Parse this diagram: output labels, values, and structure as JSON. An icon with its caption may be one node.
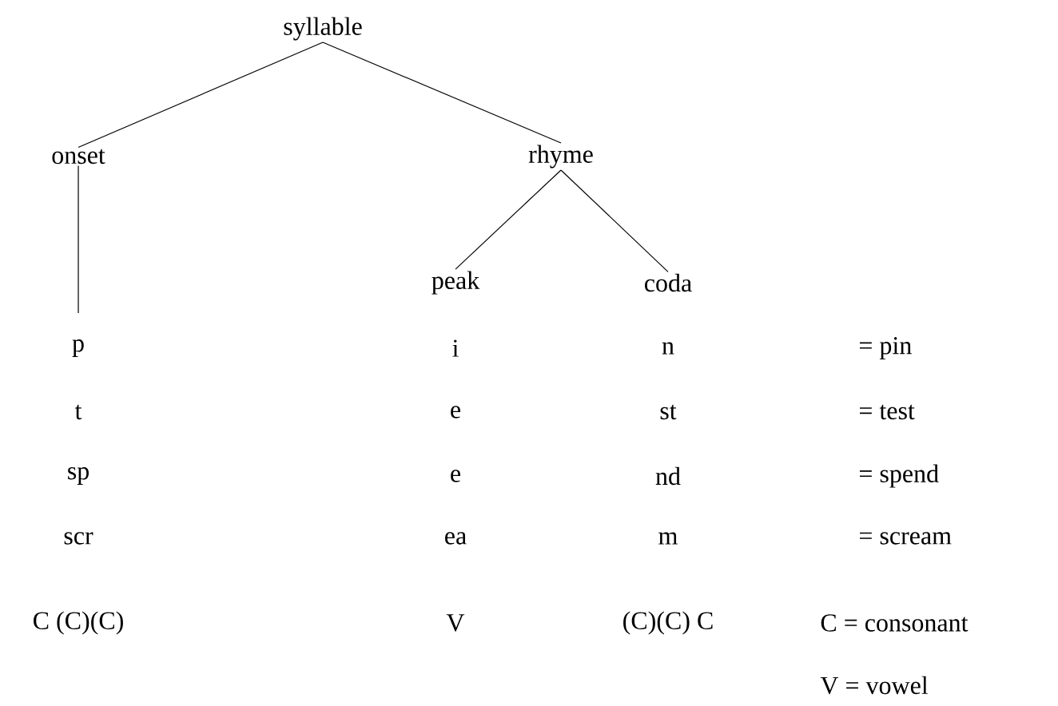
{
  "diagram": {
    "nodes": [
      {
        "text": [
          "syllable"
        ]
      },
      {
        "text": [
          "onset"
        ]
      },
      {
        "text": [
          "rhyme"
        ]
      },
      {
        "text": [
          "peak"
        ]
      },
      {
        "text": [
          "coda"
        ]
      }
    ],
    "edges": [
      {
        "from": 0,
        "to": 1,
        "arrow": "none"
      },
      {
        "from": 0,
        "to": 2,
        "arrow": "none"
      },
      {
        "from": 1,
        "to": null,
        "arrow": "none"
      },
      {
        "from": 2,
        "to": 3,
        "arrow": "none"
      },
      {
        "from": 2,
        "to": 4,
        "arrow": "none"
      }
    ],
    "labels": [
      "p",
      "i",
      "n",
      "= pin",
      "t",
      "e",
      "st",
      "= test",
      "sp",
      "e",
      "nd",
      "= spend",
      "scr",
      "ea",
      "m",
      "= scream",
      "C (C)(C)",
      "V",
      "(C)(C) C",
      "C = consonant",
      "V = vowel"
    ]
  }
}
